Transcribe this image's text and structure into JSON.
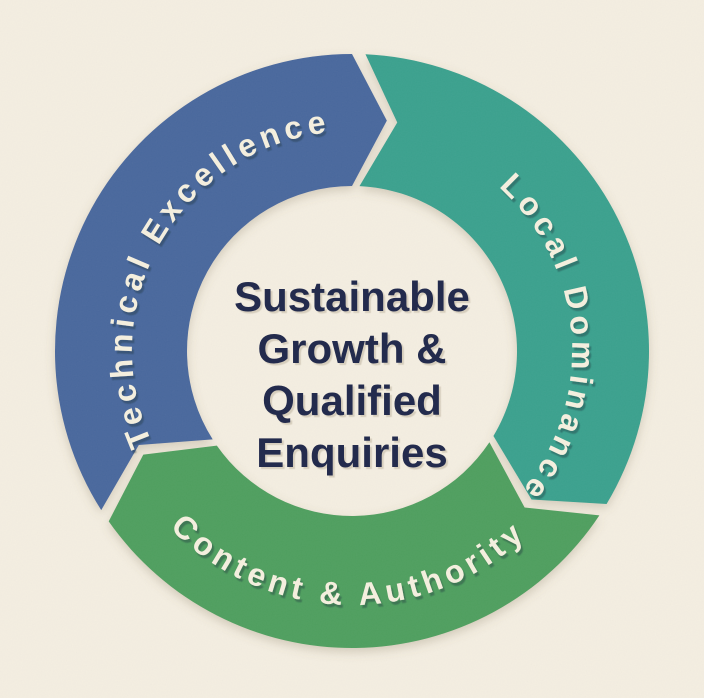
{
  "page": {
    "background": "#f4eee1"
  },
  "chart_data": {
    "type": "cycle-diagram",
    "flow_direction": "clockwise",
    "center": {
      "lines": [
        "Sustainable",
        "Growth &",
        "Qualified",
        "Enquiries"
      ],
      "color": "#232b4d"
    },
    "label_color": "#f5f0df",
    "chevron_offset_deg": 8.6,
    "segments": [
      {
        "label": "Technical Excellence",
        "color": "#4a689d",
        "trail_angle": 237.6,
        "lead_angle": 360,
        "text_center_angle": 300,
        "text_inverted": false
      },
      {
        "label": "Local Dominance",
        "color": "#3ba18e",
        "trail_angle": 2.6,
        "lead_angle": 121,
        "text_center_angle": 86,
        "text_inverted": false
      },
      {
        "label": "Content & Authority",
        "color": "#4f9f5e",
        "trail_angle": 123.6,
        "lead_angle": 235,
        "text_center_angle": 181,
        "text_inverted": true
      }
    ]
  }
}
